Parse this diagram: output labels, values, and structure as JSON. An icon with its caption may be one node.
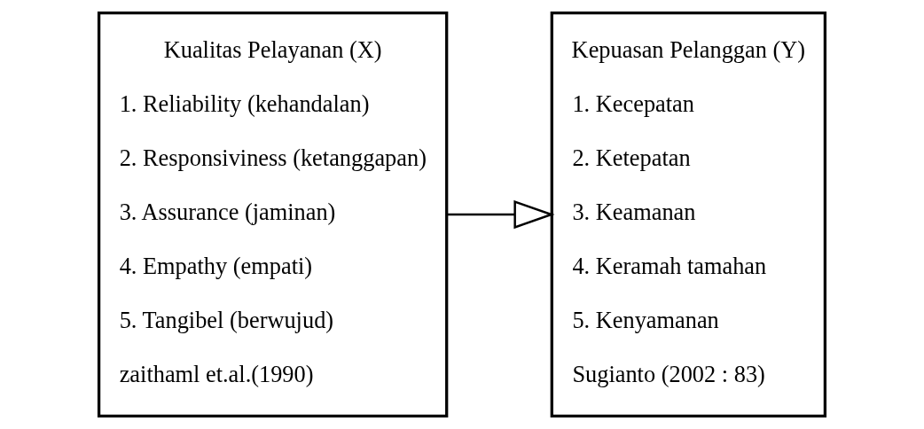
{
  "diagram": {
    "nodes": [
      {
        "text": [
          "Kualitas Pelayanan (X)",
          "1. Reliability (kehandalan)",
          "2. Responsiviness (ketanggapan)",
          "3. Assurance (jaminan)",
          "4. Empathy (empati)",
          "5. Tangibel (berwujud)",
          "zaithaml et.al.(1990)"
        ]
      },
      {
        "text": [
          "Kepuasan Pelanggan (Y)",
          "1. Kecepatan",
          "2. Ketepatan",
          "3. Keamanan",
          "4. Keramah tamahan",
          "5. Kenyamanan",
          "Sugianto (2002 : 83)"
        ]
      }
    ],
    "edges": [
      {
        "from": 0,
        "to": 1,
        "arrow": "to"
      }
    ]
  }
}
